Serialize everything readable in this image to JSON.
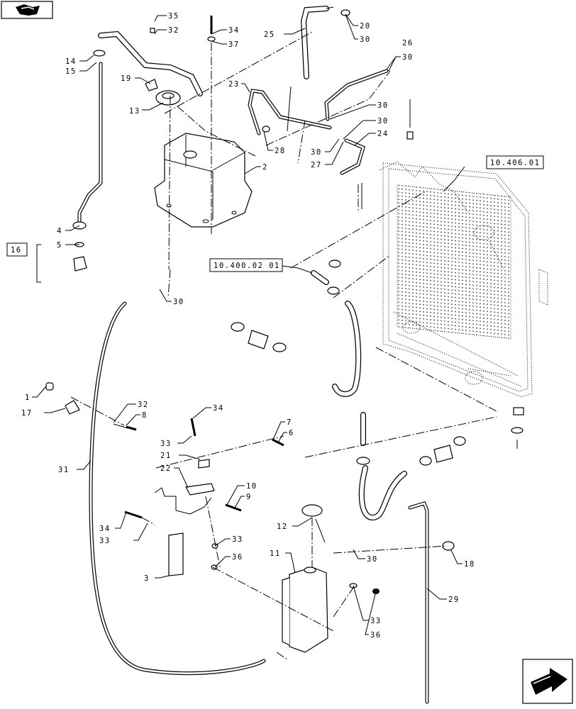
{
  "labels": [
    {
      "text": "35"
    },
    {
      "text": "32"
    },
    {
      "text": "34"
    },
    {
      "text": "37"
    },
    {
      "text": "20"
    },
    {
      "text": "30"
    },
    {
      "text": "25"
    },
    {
      "text": "14"
    },
    {
      "text": "15"
    },
    {
      "text": "19"
    },
    {
      "text": "13"
    },
    {
      "text": "23"
    },
    {
      "text": "26"
    },
    {
      "text": "30"
    },
    {
      "text": "30"
    },
    {
      "text": "30"
    },
    {
      "text": "24"
    },
    {
      "text": "30"
    },
    {
      "text": "27"
    },
    {
      "text": "28"
    },
    {
      "text": "2"
    },
    {
      "text": "4"
    },
    {
      "text": "5"
    },
    {
      "text": "30"
    },
    {
      "text": "1"
    },
    {
      "text": "17"
    },
    {
      "text": "32"
    },
    {
      "text": "8"
    },
    {
      "text": "34"
    },
    {
      "text": "7"
    },
    {
      "text": "6"
    },
    {
      "text": "33"
    },
    {
      "text": "21"
    },
    {
      "text": "22"
    },
    {
      "text": "10"
    },
    {
      "text": "9"
    },
    {
      "text": "31"
    },
    {
      "text": "34"
    },
    {
      "text": "33"
    },
    {
      "text": "33"
    },
    {
      "text": "3"
    },
    {
      "text": "36"
    },
    {
      "text": "12"
    },
    {
      "text": "11"
    },
    {
      "text": "30"
    },
    {
      "text": "18"
    },
    {
      "text": "29"
    },
    {
      "text": "33"
    },
    {
      "text": "36"
    },
    {
      "text": "16"
    }
  ],
  "references": [
    {
      "text": "10.406.01"
    },
    {
      "text": "10.400.02 01"
    }
  ],
  "icons": {
    "top_left": "book-icon",
    "bottom_right": "next-page-arrow-icon"
  }
}
